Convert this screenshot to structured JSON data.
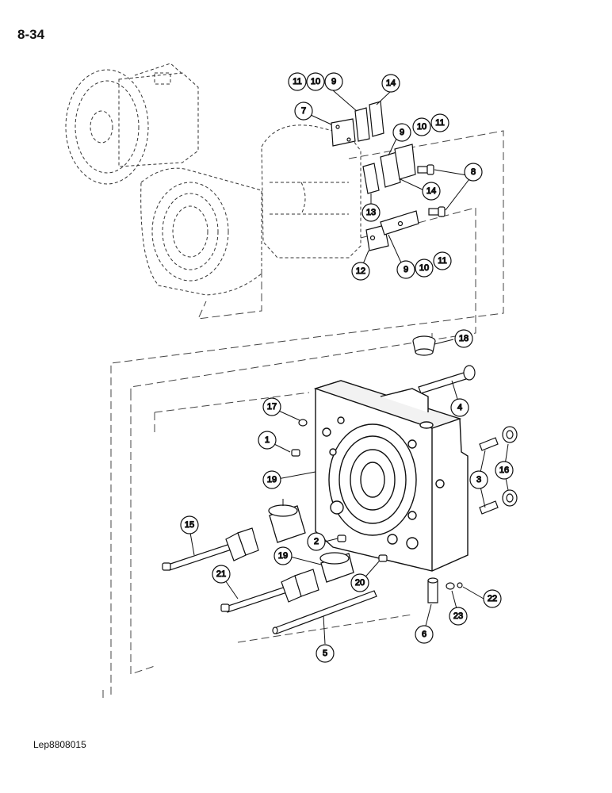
{
  "page": {
    "number": "8-34",
    "drawing_code": "Lep8808015"
  },
  "callouts": {
    "c1": "1",
    "c2": "2",
    "c3": "3",
    "c4": "4",
    "c5": "5",
    "c6": "6",
    "c7": "7",
    "c8": "8",
    "c9a": "9",
    "c9b": "9",
    "c9c": "9",
    "c10a": "10",
    "c10b": "10",
    "c10c": "10",
    "c11a": "11",
    "c11b": "11",
    "c11c": "11",
    "c12": "12",
    "c13": "13",
    "c14a": "14",
    "c14b": "14",
    "c15": "15",
    "c16": "16",
    "c17": "17",
    "c18": "18",
    "c19a": "19",
    "c19b": "19",
    "c20": "20",
    "c21": "21",
    "c22": "22",
    "c23": "23"
  }
}
